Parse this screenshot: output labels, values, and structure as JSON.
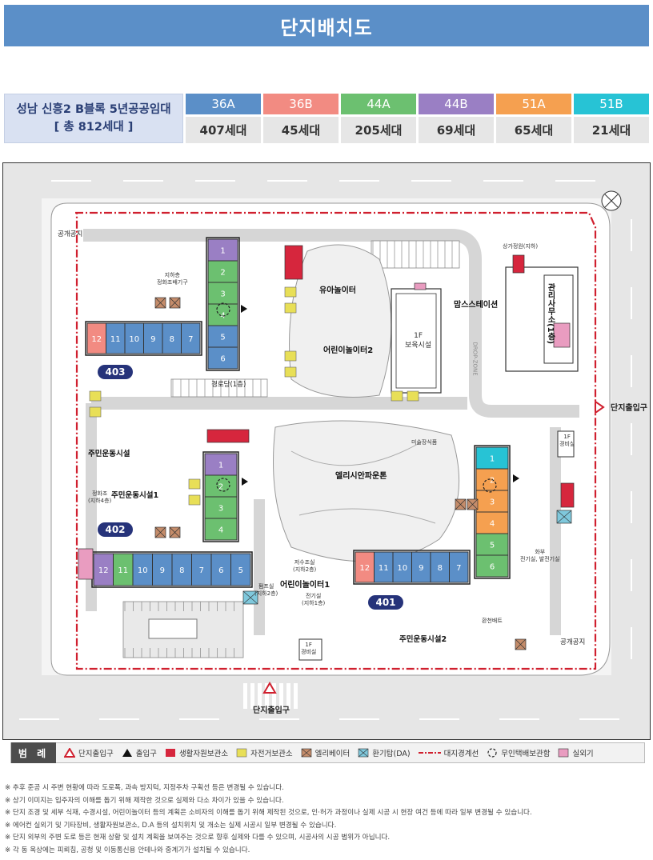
{
  "title": "단지배치도",
  "complex": {
    "name": "성남 신흥2 B블록 5년공공임대",
    "total": "[ 총 812세대 ]"
  },
  "unit_types": [
    {
      "name": "36A",
      "count": "407세대",
      "color": "#5b8fc8"
    },
    {
      "name": "36B",
      "count": "45세대",
      "color": "#f28b82"
    },
    {
      "name": "44A",
      "count": "205세대",
      "color": "#6cc070"
    },
    {
      "name": "44B",
      "count": "69세대",
      "color": "#9a7fc4"
    },
    {
      "name": "51A",
      "count": "65세대",
      "color": "#f5a050"
    },
    {
      "name": "51B",
      "count": "21세대",
      "color": "#27c3d5"
    }
  ],
  "colors": {
    "boundary": "#d0202f",
    "building_outline": "#333333",
    "road": "#e6e6e6",
    "recycle": "#d6263d",
    "bike": "#e8df57",
    "elevator": "#c58c6a",
    "ventilation": "#7fc8dc",
    "outdoor_unit": "#e99cc0"
  },
  "buildings": {
    "b403": {
      "number": "403",
      "row": [
        {
          "unit": "12",
          "type": "36B"
        },
        {
          "unit": "11",
          "type": "36A"
        },
        {
          "unit": "10",
          "type": "36A"
        },
        {
          "unit": "9",
          "type": "36A"
        },
        {
          "unit": "8",
          "type": "36A"
        },
        {
          "unit": "7",
          "type": "36A"
        }
      ],
      "column": [
        {
          "unit": "1",
          "type": "44B"
        },
        {
          "unit": "2",
          "type": "44A"
        },
        {
          "unit": "3",
          "type": "44A"
        },
        {
          "unit": "4",
          "type": "44A"
        },
        {
          "unit": "5",
          "type": "36A"
        },
        {
          "unit": "6",
          "type": "36A"
        }
      ]
    },
    "b402": {
      "number": "402",
      "row": [
        {
          "unit": "12",
          "type": "44B"
        },
        {
          "unit": "11",
          "type": "44A"
        },
        {
          "unit": "10",
          "type": "36A"
        },
        {
          "unit": "9",
          "type": "36A"
        },
        {
          "unit": "8",
          "type": "36A"
        },
        {
          "unit": "7",
          "type": "36A"
        },
        {
          "unit": "6",
          "type": "36A"
        },
        {
          "unit": "5",
          "type": "36A"
        }
      ],
      "column": [
        {
          "unit": "1",
          "type": "44B"
        },
        {
          "unit": "2",
          "type": "44A"
        },
        {
          "unit": "3",
          "type": "44A"
        },
        {
          "unit": "4",
          "type": "44A"
        }
      ]
    },
    "b401": {
      "number": "401",
      "row": [
        {
          "unit": "12",
          "type": "36B"
        },
        {
          "unit": "11",
          "type": "36A"
        },
        {
          "unit": "10",
          "type": "36A"
        },
        {
          "unit": "9",
          "type": "36A"
        },
        {
          "unit": "8",
          "type": "36A"
        },
        {
          "unit": "7",
          "type": "36A"
        }
      ],
      "column": [
        {
          "unit": "1",
          "type": "51B"
        },
        {
          "unit": "2",
          "type": "51A"
        },
        {
          "unit": "3",
          "type": "51A"
        },
        {
          "unit": "4",
          "type": "51A"
        },
        {
          "unit": "5",
          "type": "44A"
        },
        {
          "unit": "6",
          "type": "44A"
        }
      ]
    }
  },
  "labels": {
    "public_space_tl": "공개공지",
    "public_space_br": "공개공지",
    "underground_water": "지하층\n정화조배기구",
    "senior_center": "경로당(1층)",
    "infant_play": "유아놀이터",
    "children_play2": "어린이놀이터2",
    "daycare": "1F\n보육시설",
    "moms_station": "맘스스테이션",
    "store_line": "상가정원(지하)",
    "management": "관리사무소(1층)",
    "drop_zone": "DROP-ZONE",
    "resident_sports": "주민운동시설",
    "resident_sports1": "주민운동시설1",
    "septic": "정화조\n(지하4층)",
    "elysian_lawn": "엘리시안파운톤",
    "art_sculpture": "미술장식품",
    "guard": "1F\n경비실",
    "children_play1": "어린이놀이터1",
    "pump_room": "펌프실\n(지하2층)",
    "water_tank": "저수조실\n(지하2층)",
    "elec_room": "전기실\n(지하1층)",
    "power_room": "화부\n전기실, 발전기실",
    "ventilation_shaft": "환천배트",
    "resident_sports2": "주민운동시설2",
    "guard2": "1F\n경비실",
    "entrance_right": "단지출입구",
    "entrance_bottom": "단지출입구",
    "elevator": "엘리베이터"
  },
  "legend": {
    "title": "범 례",
    "items": [
      {
        "label": "단지출입구",
        "icon": "red-triangle"
      },
      {
        "label": "출입구",
        "icon": "black-triangle"
      },
      {
        "label": "생활자원보관소",
        "icon": "recycle-box"
      },
      {
        "label": "자전거보관소",
        "icon": "bike-box"
      },
      {
        "label": "엘리베이터",
        "icon": "elevator-box"
      },
      {
        "label": "환기탑(DA)",
        "icon": "vent-box"
      },
      {
        "label": "대지경계선",
        "icon": "boundary-line"
      },
      {
        "label": "무인택배보관함",
        "icon": "parcel-circle"
      },
      {
        "label": "실외기",
        "icon": "outdoor-unit-box"
      }
    ]
  },
  "notes": [
    "※ 추후 준공 시 주변 현황에 따라 도로폭, 과속 방지턱, 지정주차 구획선 등은 변경될 수 있습니다.",
    "※ 상기 이미지는 입주자의 이해를 돕기 위해 제작한 것으로 실제와 다소 차이가 있을 수 있습니다.",
    "※ 단지 조경 및 세부 식재, 수경시설, 어린이놀이터 등의 계획은 소비자의 이해를 돕기 위해 제작된 것으로, 인·허가 과정이나 실제 시공 시 현장 여건 등에 따라 일부 변경될 수 있습니다.",
    "※ 에어컨 실외기 및 기타장비, 생활자원보관소, D.A 등의 설치위치 및 개소는 실제 시공시 일부 변경될 수 있습니다.",
    "※ 단지 외부의 주변 도로 등은 현재 상황 및 설치 계획을 보여주는 것으로 향후 실제와 다를 수 있으며, 시공사의 시공 범위가 아닙니다.",
    "※ 각 동 옥상에는 피뢰침, 공청 및 이동통신용 안테나와 중계기가 설치될 수 있습니다."
  ]
}
